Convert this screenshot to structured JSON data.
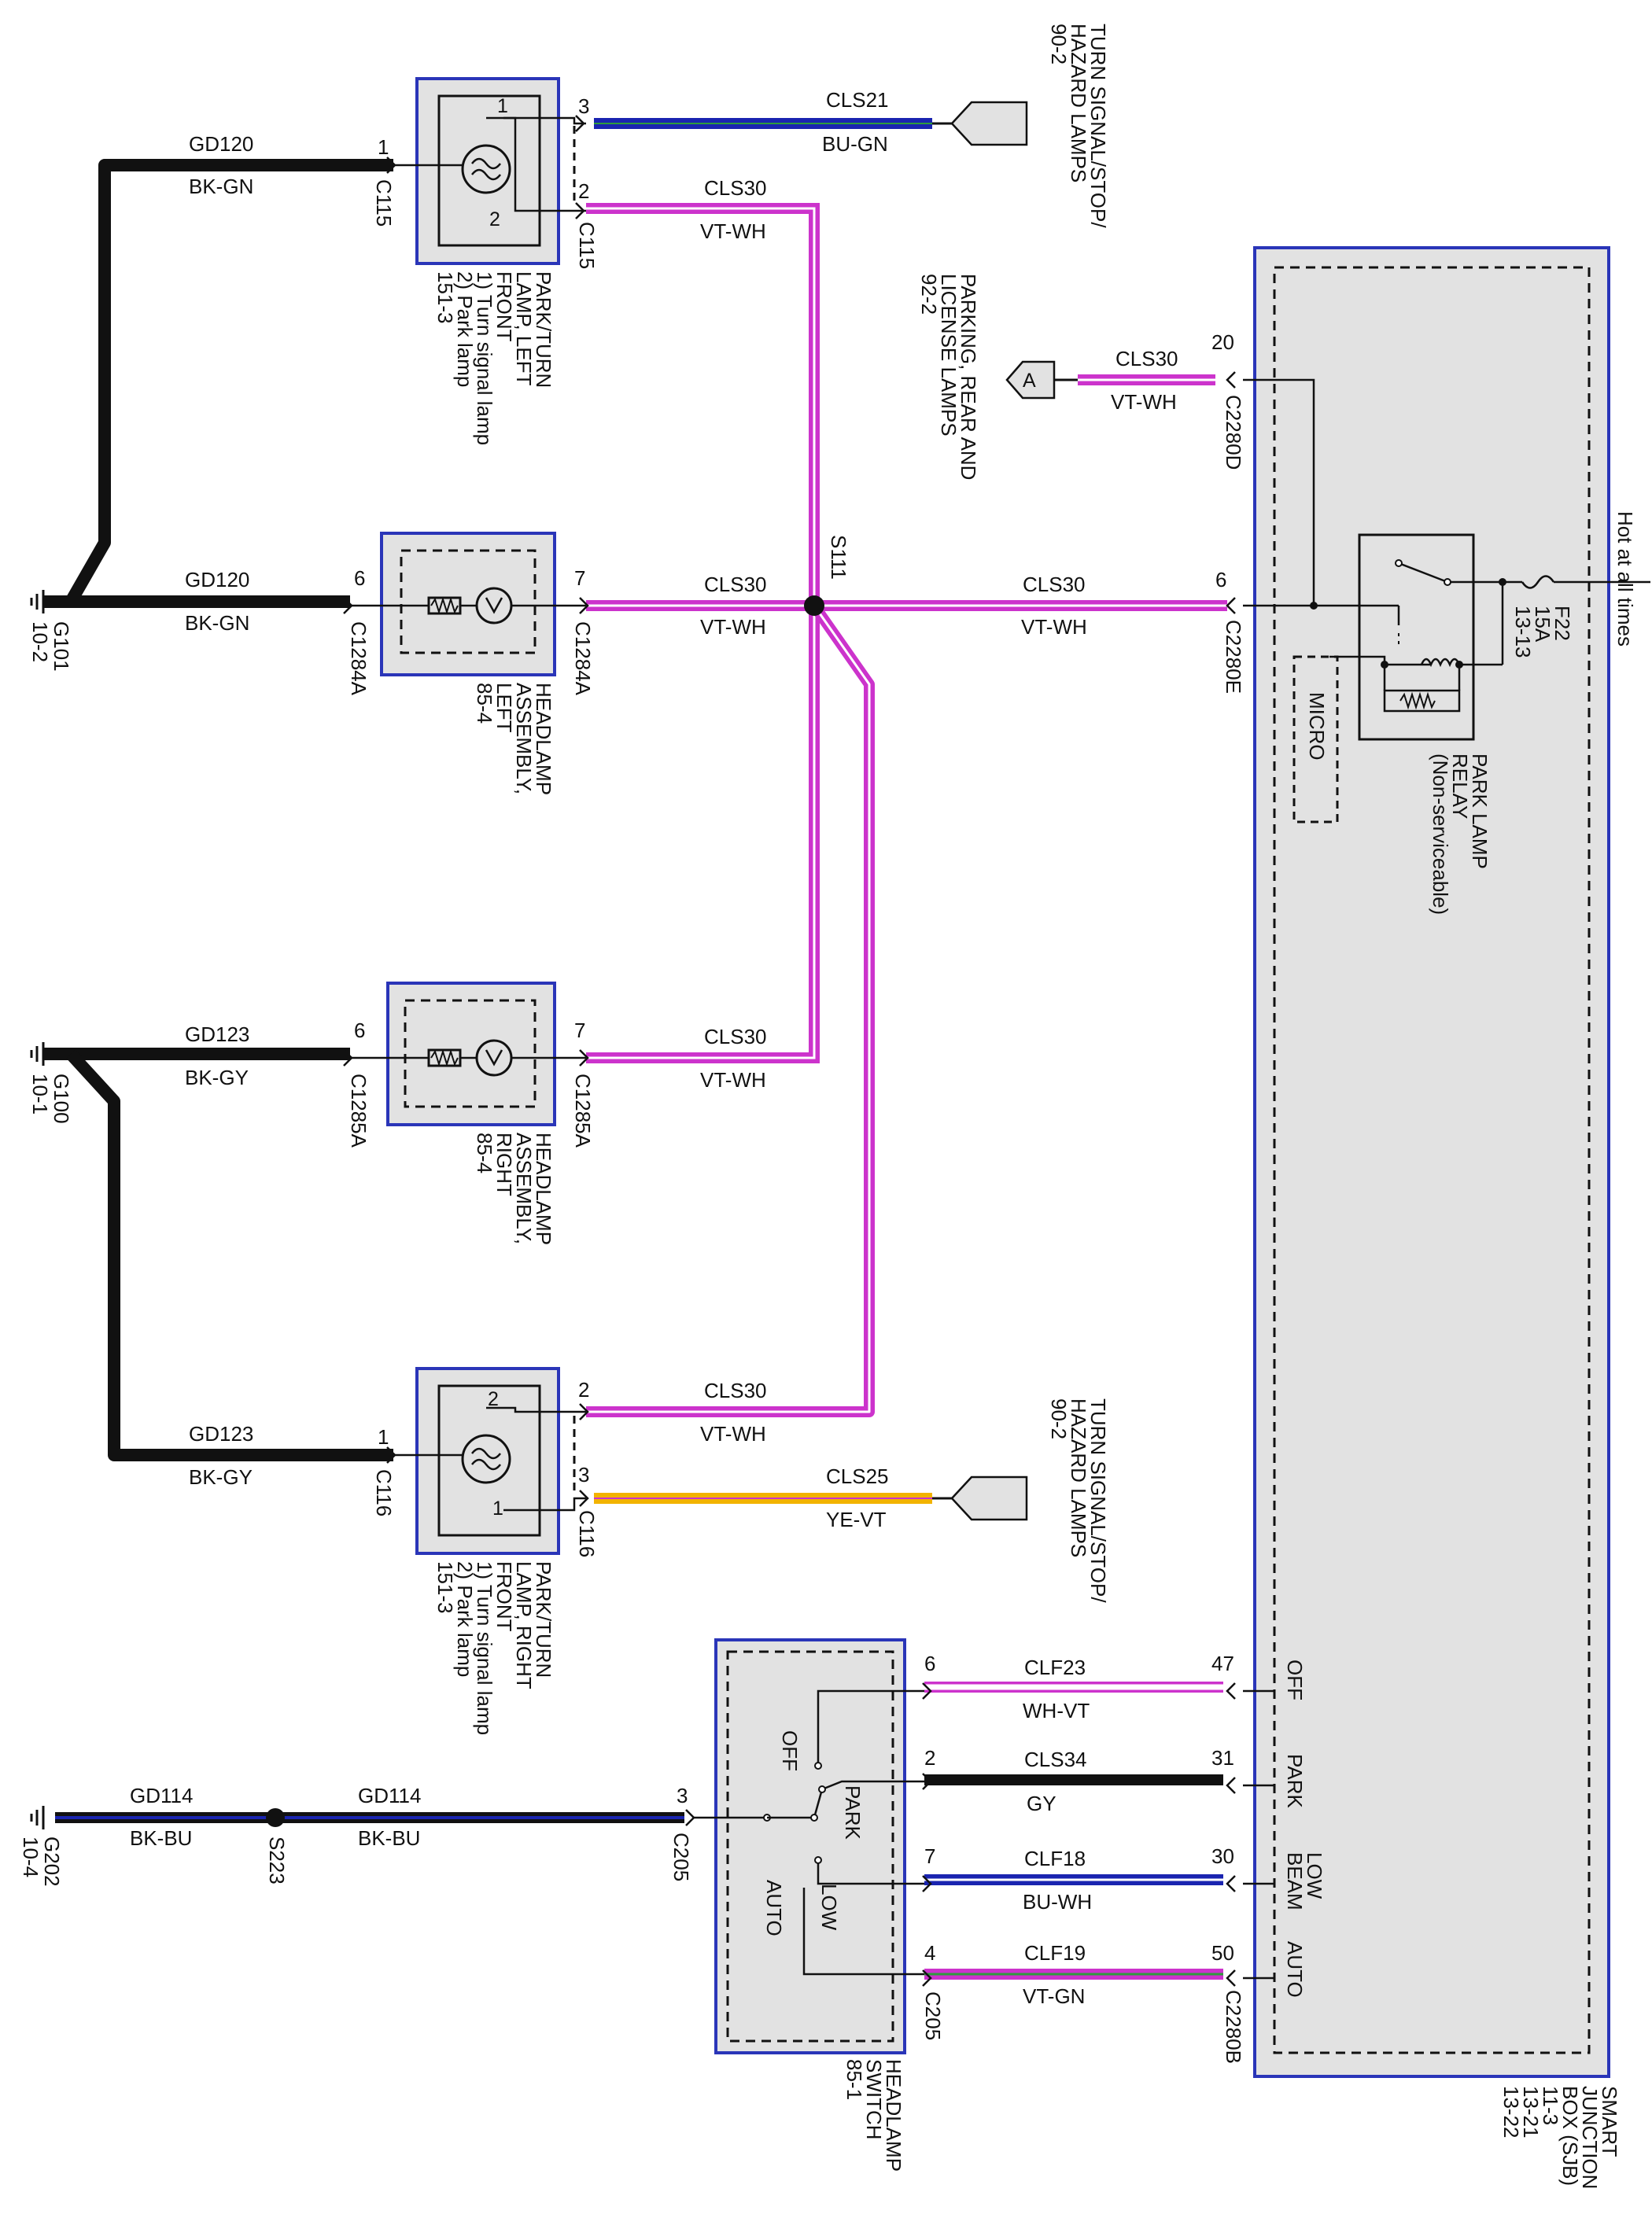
{
  "colors": {
    "black": "#111111",
    "blue": "#1a24b0",
    "violet": "#cc33cc",
    "white_stripe": "#ffffff",
    "yellow": "#f2b300",
    "box_fill": "#e2e2e2",
    "box_border": "#2a35b8"
  },
  "ground_lines": {
    "g101": {
      "circuit": "GD120",
      "color_code": "BK-GN"
    },
    "g101_b": {
      "circuit": "GD120",
      "color_code": "BK-GN"
    },
    "g100": {
      "circuit": "GD123",
      "color_code": "BK-GY"
    },
    "g100_b": {
      "circuit": "GD123",
      "color_code": "BK-GY"
    },
    "g202_a": {
      "circuit": "GD114",
      "color_code": "BK-BU"
    },
    "g202_b": {
      "circuit": "GD114",
      "color_code": "BK-BU"
    }
  },
  "grounds": {
    "g101": {
      "name": "G101",
      "ref": "10-2"
    },
    "g100": {
      "name": "G100",
      "ref": "10-1"
    },
    "g202": {
      "name": "G202",
      "ref": "10-4"
    }
  },
  "splices": {
    "s111": "S111",
    "s223": "S223"
  },
  "components": {
    "park_lamp_left": {
      "lines": [
        "PARK/TURN",
        "LAMP, LEFT",
        "FRONT",
        "1) Turn signal lamp",
        "2) Park lamp",
        "151-3"
      ],
      "connector": "C115",
      "pin_in": "1",
      "pin_a": "3",
      "pin_b": "2",
      "inner_1": "1",
      "inner_2": "2"
    },
    "headlamp_left": {
      "lines": [
        "HEADLAMP",
        "ASSEMBLY,",
        "LEFT",
        "85-4"
      ],
      "connector": "C1284A",
      "pin_in": "6",
      "pin_out": "7"
    },
    "headlamp_right": {
      "lines": [
        "HEADLAMP",
        "ASSEMBLY,",
        "RIGHT",
        "85-4"
      ],
      "connector": "C1285A",
      "pin_in": "6",
      "pin_out": "7"
    },
    "park_lamp_right": {
      "lines": [
        "PARK/TURN",
        "LAMP, RIGHT",
        "FRONT",
        "1) Turn signal lamp",
        "2) Park lamp",
        "151-3"
      ],
      "connector": "C116",
      "pin_in": "1",
      "pin_a": "2",
      "pin_b": "3",
      "inner_1": "1",
      "inner_2": "2"
    },
    "headlamp_switch": {
      "lines": [
        "HEADLAMP",
        "SWITCH",
        "85-1"
      ],
      "connector": "C205",
      "pin_in": "3",
      "positions": [
        "OFF",
        "PARK",
        "LOW",
        "AUTO"
      ]
    },
    "sjb": {
      "lines": [
        "SMART",
        "JUNCTION",
        "BOX (SJB)",
        "11-3",
        "13-21",
        "13-22"
      ],
      "hot": "Hot at all times",
      "fuse": [
        "F22",
        "15A",
        "13-13"
      ],
      "relay": [
        "PARK LAMP",
        "RELAY",
        "(Non-serviceable)"
      ],
      "micro": "MICRO"
    }
  },
  "offpage": {
    "turn_left": [
      "TURN SIGNAL/STOP/",
      "HAZARD LAMPS",
      "90-2"
    ],
    "turn_right": [
      "TURN SIGNAL/STOP/",
      "HAZARD LAMPS",
      "90-2"
    ],
    "parking": [
      "PARKING, REAR AND",
      "LICENSE LAMPS",
      "92-2"
    ],
    "parking_letter": "A"
  },
  "wires": {
    "cls21": {
      "circuit": "CLS21",
      "color_code": "BU-GN"
    },
    "cls30_a": {
      "circuit": "CLS30",
      "color_code": "VT-WH"
    },
    "cls30_b": {
      "circuit": "CLS30",
      "color_code": "VT-WH"
    },
    "cls30_c": {
      "circuit": "CLS30",
      "color_code": "VT-WH"
    },
    "cls30_d": {
      "circuit": "CLS30",
      "color_code": "VT-WH"
    },
    "cls30_e": {
      "circuit": "CLS30",
      "color_code": "VT-WH"
    },
    "cls30_f": {
      "circuit": "CLS30",
      "color_code": "VT-WH"
    },
    "cls25": {
      "circuit": "CLS25",
      "color_code": "YE-VT"
    },
    "clf23": {
      "circuit": "CLF23",
      "color_code": "WH-VT"
    },
    "cls34": {
      "circuit": "CLS34",
      "color_code": "GY"
    },
    "clf18": {
      "circuit": "CLF18",
      "color_code": "BU-WH"
    },
    "clf19": {
      "circuit": "CLF19",
      "color_code": "VT-GN"
    }
  },
  "sjb_pins": {
    "c2280d": {
      "connector": "C2280D",
      "pin": "20"
    },
    "c2280e": {
      "connector": "C2280E",
      "pin": "6"
    },
    "c2280b": {
      "connector": "C2280B"
    },
    "off": {
      "pin": "47",
      "label": "OFF"
    },
    "park": {
      "pin": "31",
      "label": "PARK"
    },
    "low": {
      "pin": "30",
      "label": "LOW",
      "label2": "BEAM"
    },
    "auto": {
      "pin": "50",
      "label": "AUTO"
    }
  },
  "switch_pins": {
    "off": "6",
    "park": "2",
    "low": "7",
    "auto": "4"
  },
  "c205b": "C205"
}
